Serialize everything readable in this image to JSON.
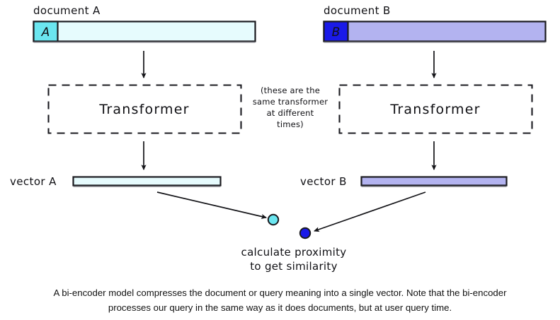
{
  "diagram": {
    "title_alt": "bi-encoder architecture diagram",
    "colors": {
      "doc_a_body": "#e6fbfd",
      "doc_a_token": "#6be6f0",
      "doc_b_body": "#b3b3f0",
      "doc_b_token": "#1a1ae8",
      "vector_a_fill": "#e6fbfd",
      "vector_b_fill": "#b3b3f0",
      "dot_a_fill": "#6be6f0",
      "dot_b_fill": "#1a1ae8",
      "stroke": "#1a1a1f",
      "background": "#ffffff"
    },
    "left_branch": {
      "doc_label": "document A",
      "token_letter": "A",
      "transformer_label": "Transformer",
      "vector_label": "vector A"
    },
    "right_branch": {
      "doc_label": "document B",
      "token_letter": "B",
      "transformer_label": "Transformer",
      "vector_label": "vector B"
    },
    "middle_note": {
      "line1": "(these are the",
      "line2": "same transformer",
      "line3": "at different",
      "line4": "times)"
    },
    "proximity_note": {
      "line1": "calculate proximity",
      "line2": "to get similarity"
    }
  },
  "caption": {
    "line1": "A bi-encoder model compresses the document or query meaning into a single vector. Note that the bi-encoder",
    "line2": "processes our query in the same way as it does documents, but at user query time."
  }
}
